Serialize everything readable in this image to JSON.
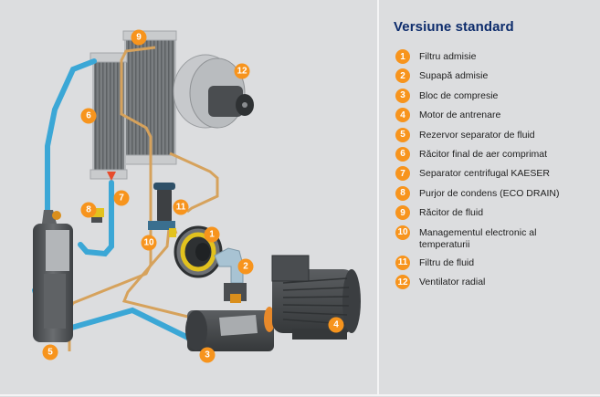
{
  "legend": {
    "title": "Versiune standard",
    "items": [
      {
        "number": "1",
        "label": "Filtru admisie"
      },
      {
        "number": "2",
        "label": "Supapă admisie"
      },
      {
        "number": "3",
        "label": "Bloc de compresie"
      },
      {
        "number": "4",
        "label": "Motor de antrenare"
      },
      {
        "number": "5",
        "label": "Rezervor separator de fluid"
      },
      {
        "number": "6",
        "label": "Răcitor final de aer comprimat"
      },
      {
        "number": "7",
        "label": "Separator centrifugal KAESER"
      },
      {
        "number": "8",
        "label": "Purjor de condens (ECO DRAIN)"
      },
      {
        "number": "9",
        "label": "Răcitor de fluid"
      },
      {
        "number": "10",
        "label": "Managementul electronic al temperaturii"
      },
      {
        "number": "11",
        "label": "Filtru de fluid"
      },
      {
        "number": "12",
        "label": "Ventilator radial"
      }
    ]
  },
  "diagram": {
    "callouts": [
      "1",
      "2",
      "3",
      "4",
      "5",
      "6",
      "7",
      "8",
      "9",
      "10",
      "11",
      "12"
    ]
  },
  "colors": {
    "background": "#dcdddf",
    "title": "#0d2c6c",
    "badge": "#f7941d",
    "air_pipe": "#3ba7d6",
    "fluid_pipe": "#d6a25c",
    "machine_dark": "#4a4d50"
  }
}
